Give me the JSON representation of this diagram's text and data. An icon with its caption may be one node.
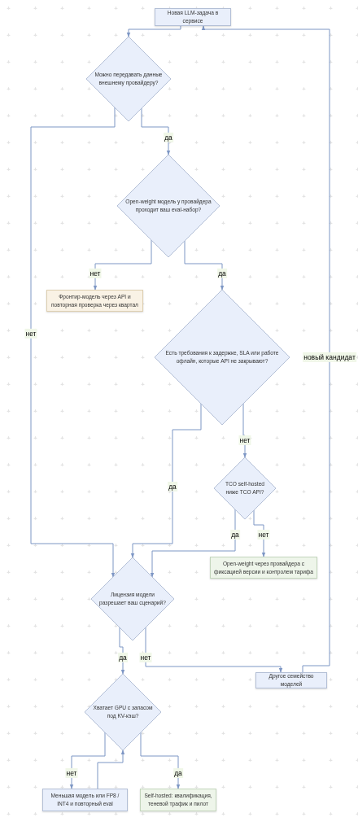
{
  "diagram": {
    "nodes": [
      {
        "text": [
          "Новая LLM-задача в сервисе"
        ]
      },
      {
        "text": [
          "Можно передавать данные внешнему провайдеру?"
        ]
      },
      {
        "text": [
          "Open-weight модель у провайдера проходит ваш eval-набор?"
        ]
      },
      {
        "text": [
          "Фронтир-модель через API и повторная проверка через квартал"
        ]
      },
      {
        "text": [
          "Есть требования к задержке, SLA или работе офлайн, которые API не закрывают?"
        ]
      },
      {
        "text": [
          "TCO self-hosted ниже TCO API?"
        ]
      },
      {
        "text": [
          "Open-weight через провайдера с фиксацией версии и контролем тарифа"
        ]
      },
      {
        "text": [
          "Лицензия модели разрешает ваш сценарий?"
        ]
      },
      {
        "text": [
          "Другое семейство моделей"
        ]
      },
      {
        "text": [
          "Хватает GPU с запасом под KV-кэш?"
        ]
      },
      {
        "text": [
          "Меньшая модель или FP8 / INT4 и повторный eval"
        ]
      },
      {
        "text": [
          "Self-hosted: квалификация, теневой трафик и пилот"
        ]
      }
    ],
    "edges": [
      {
        "from": 0,
        "to": 1,
        "arrow": "to"
      },
      {
        "from": 1,
        "to": 7,
        "arrow": "to",
        "label": "нет"
      },
      {
        "from": 1,
        "to": 2,
        "arrow": "to",
        "label": "да"
      },
      {
        "from": 2,
        "to": 3,
        "arrow": "to",
        "label": "нет"
      },
      {
        "from": 2,
        "to": 4,
        "arrow": "to",
        "label": "да"
      },
      {
        "from": 4,
        "to": 7,
        "arrow": "to",
        "label": "да"
      },
      {
        "from": 4,
        "to": 5,
        "arrow": "to",
        "label": "нет"
      },
      {
        "from": 5,
        "to": 7,
        "arrow": "to",
        "label": "да"
      },
      {
        "from": 5,
        "to": 6,
        "arrow": "to",
        "label": "нет"
      },
      {
        "from": 7,
        "to": 9,
        "arrow": "to",
        "label": "да"
      },
      {
        "from": 7,
        "to": 8,
        "arrow": "to",
        "label": "нет"
      },
      {
        "from": 8,
        "to": 0,
        "arrow": "to",
        "label": "новый кандидат"
      },
      {
        "from": 9,
        "to": 10,
        "arrow": "to",
        "label": "нет"
      },
      {
        "from": 9,
        "to": 11,
        "arrow": "to",
        "label": "да"
      },
      {
        "from": 10,
        "to": 9,
        "arrow": "to"
      }
    ]
  }
}
